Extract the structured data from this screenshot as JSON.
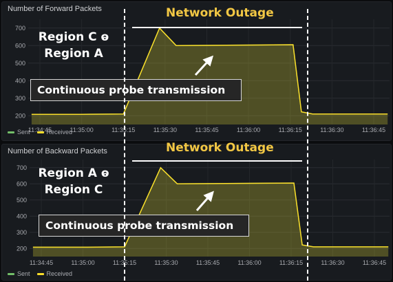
{
  "chart_data": [
    {
      "type": "area",
      "title": "Number of Forward Packets",
      "x": [
        "11:34:45",
        "11:35:00",
        "11:35:15",
        "11:35:30",
        "11:35:45",
        "11:36:00",
        "11:36:15",
        "11:36:30",
        "11:36:45"
      ],
      "yticks": [
        200,
        300,
        400,
        500,
        600,
        700
      ],
      "ylim": [
        150,
        750
      ],
      "series": [
        {
          "name": "Sent",
          "color": "#73bf69",
          "points": [
            [
              "11:34:42",
              208
            ],
            [
              "11:35:00",
              208
            ],
            [
              "11:35:15",
              210
            ],
            [
              "11:35:28",
              700
            ],
            [
              "11:35:34",
              600
            ],
            [
              "11:36:16",
              605
            ],
            [
              "11:36:19",
              222
            ],
            [
              "11:36:23",
              210
            ],
            [
              "11:36:50",
              210
            ]
          ]
        },
        {
          "name": "Received",
          "color": "#fade2a",
          "points": [
            [
              "11:34:42",
              208
            ],
            [
              "11:35:00",
              208
            ],
            [
              "11:35:15",
              210
            ],
            [
              "11:35:28",
              700
            ],
            [
              "11:35:34",
              600
            ],
            [
              "11:36:16",
              605
            ],
            [
              "11:36:19",
              222
            ],
            [
              "11:36:23",
              210
            ],
            [
              "11:36:50",
              210
            ]
          ]
        }
      ],
      "annotations": {
        "outage_title": "Network Outage",
        "region_line1": "Region C ⱺ",
        "region_line2": "Region A",
        "probe_text": "Continuous probe transmission"
      },
      "legend": "bottom-left",
      "grid": true
    },
    {
      "type": "area",
      "title": "Number of Backward Packets",
      "x": [
        "11:34:45",
        "11:35:00",
        "11:35:15",
        "11:35:30",
        "11:35:45",
        "11:36:00",
        "11:36:15",
        "11:36:30",
        "11:36:45"
      ],
      "yticks": [
        200,
        300,
        400,
        500,
        600,
        700
      ],
      "ylim": [
        150,
        750
      ],
      "series": [
        {
          "name": "Sent",
          "color": "#73bf69",
          "points": [
            [
              "11:34:42",
              208
            ],
            [
              "11:35:00",
              208
            ],
            [
              "11:35:15",
              210
            ],
            [
              "11:35:28",
              700
            ],
            [
              "11:35:34",
              600
            ],
            [
              "11:36:16",
              605
            ],
            [
              "11:36:19",
              222
            ],
            [
              "11:36:23",
              210
            ],
            [
              "11:36:50",
              210
            ]
          ]
        },
        {
          "name": "Received",
          "color": "#fade2a",
          "points": [
            [
              "11:34:42",
              208
            ],
            [
              "11:35:00",
              208
            ],
            [
              "11:35:15",
              210
            ],
            [
              "11:35:28",
              700
            ],
            [
              "11:35:34",
              600
            ],
            [
              "11:36:16",
              605
            ],
            [
              "11:36:19",
              222
            ],
            [
              "11:36:23",
              210
            ],
            [
              "11:36:50",
              210
            ]
          ]
        }
      ],
      "annotations": {
        "outage_title": "Network Outage",
        "region_line1": "Region A ⱺ",
        "region_line2": "Region C",
        "probe_text": "Continuous probe transmission"
      },
      "legend": "bottom-left",
      "grid": true
    }
  ]
}
